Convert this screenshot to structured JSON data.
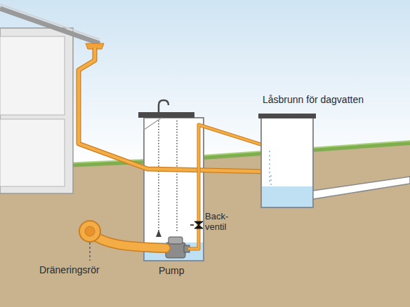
{
  "diagram": {
    "labels": [
      "Låsbrunn för dagvatten",
      "Back- ventil",
      "Dräneringsrör",
      "Pump"
    ]
  }
}
